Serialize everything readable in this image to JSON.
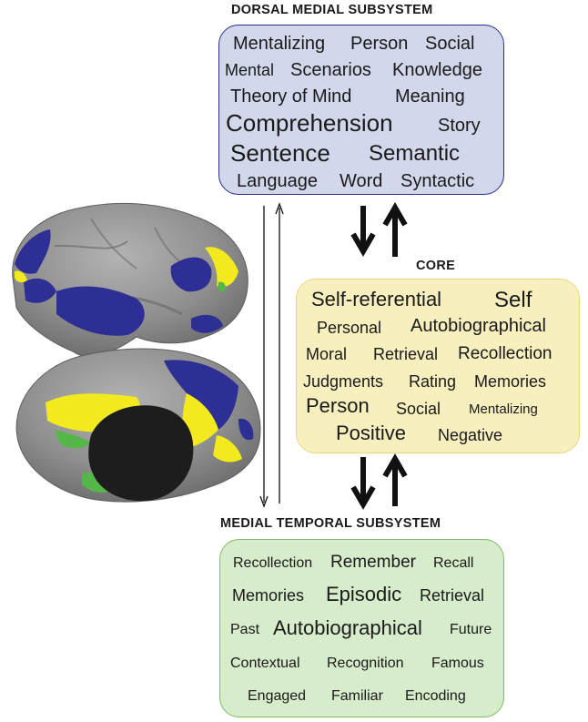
{
  "subsystems": {
    "dorsal": {
      "title": "DORSAL MEDIAL SUBSYSTEM",
      "words": [
        "Mentalizing",
        "Person",
        "Social",
        "Mental",
        "Scenarios",
        "Knowledge",
        "Theory of Mind",
        "Meaning",
        "Comprehension",
        "Story",
        "Sentence",
        "Semantic",
        "Language",
        "Word",
        "Syntactic"
      ]
    },
    "core": {
      "title": "CORE",
      "words": [
        "Self-referential",
        "Self",
        "Personal",
        "Autobiographical",
        "Moral",
        "Retrieval",
        "Recollection",
        "Judgments",
        "Rating",
        "Memories",
        "Person",
        "Social",
        "Mentalizing",
        "Positive",
        "Negative"
      ]
    },
    "medial_temporal": {
      "title": "MEDIAL TEMPORAL SUBSYSTEM",
      "words": [
        "Recollection",
        "Remember",
        "Recall",
        "Memories",
        "Episodic",
        "Retrieval",
        "Past",
        "Autobiographical",
        "Future",
        "Contextual",
        "Recognition",
        "Famous",
        "Engaged",
        "Familiar",
        "Encoding"
      ]
    }
  },
  "colors": {
    "dorsal_network": "#2e2f95",
    "core_network": "#f2ea1e",
    "medial_temporal_network": "#55b748",
    "brain_surface": "#8f8f8f",
    "dorsal_box_fill": "#d3d7eb",
    "core_box_fill": "#f8efbf",
    "medial_temporal_box_fill": "#d6eccb"
  },
  "icons": {
    "brain": "inflated-cortical-surface",
    "arrows": "bidirectional-arrows"
  }
}
